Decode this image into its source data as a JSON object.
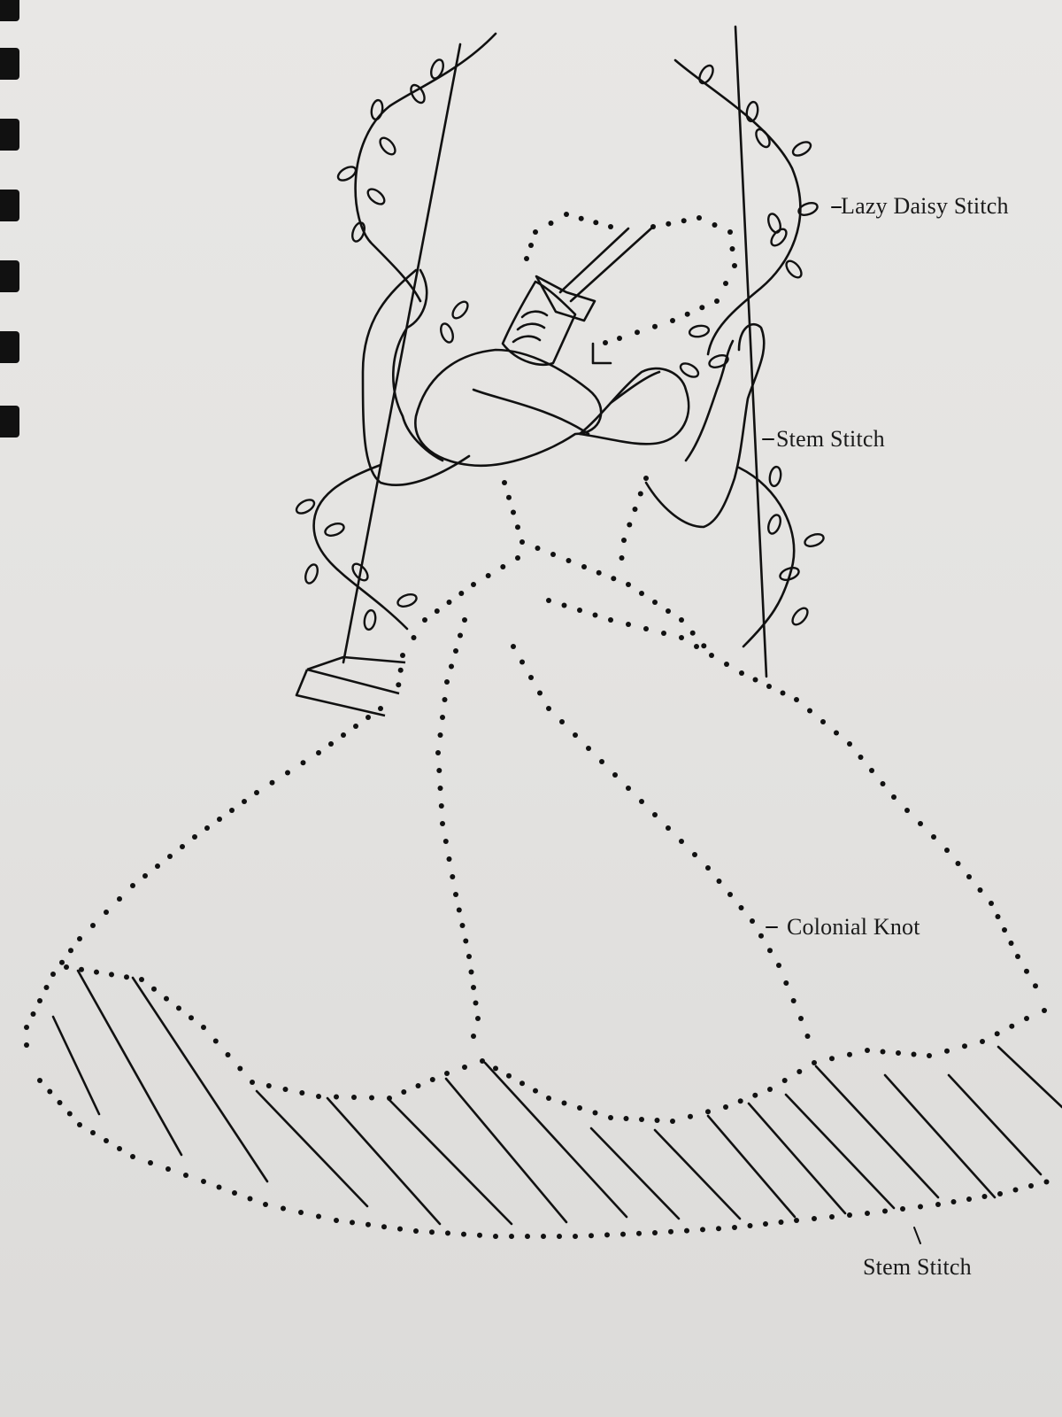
{
  "labels": {
    "lazy_daisy": "Lazy Daisy Stitch",
    "stem_arms": "Stem Stitch",
    "colonial_knot": "Colonial Knot",
    "stem_hem": "Stem Stitch"
  },
  "colors": {
    "paper": "#e6e5e3",
    "ink": "#111111",
    "binding": "#111111"
  }
}
